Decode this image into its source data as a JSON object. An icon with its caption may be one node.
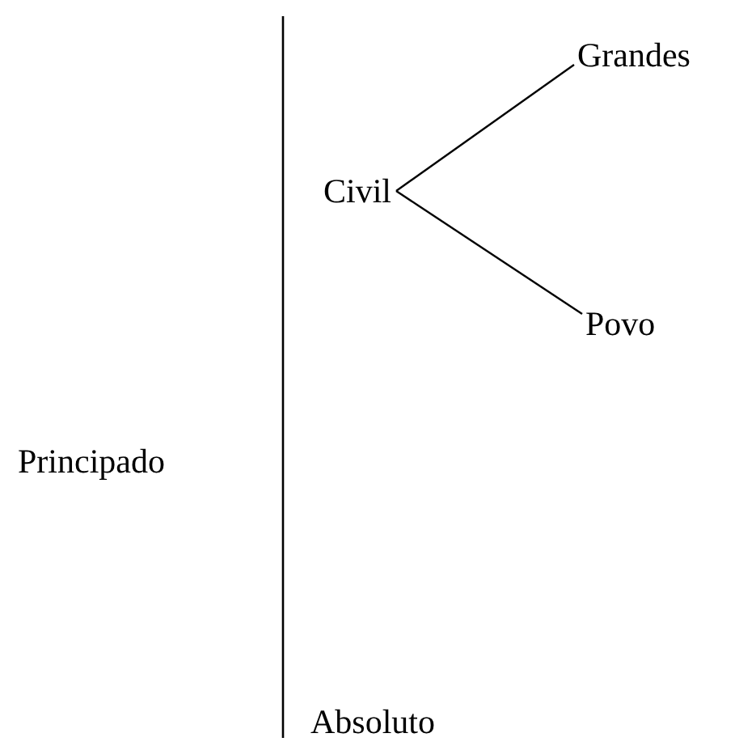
{
  "diagram": {
    "nodes": [
      {
        "text": [
          "Principado"
        ]
      },
      {
        "text": [
          "Civil"
        ]
      },
      {
        "text": [
          "Grandes"
        ]
      },
      {
        "text": [
          "Povo"
        ]
      },
      {
        "text": [
          "Absoluto"
        ]
      }
    ],
    "edges": [
      {
        "from": 1,
        "to": 2,
        "arrow": "none"
      },
      {
        "from": 1,
        "to": 3,
        "arrow": "none"
      }
    ]
  }
}
